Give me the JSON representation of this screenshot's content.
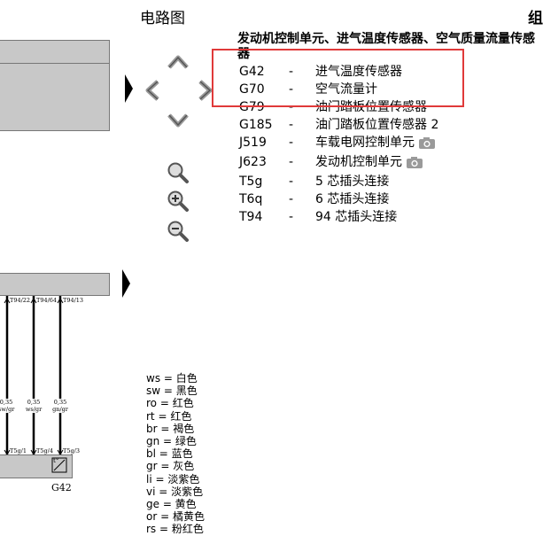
{
  "header": {
    "title": "电路图",
    "title_tail": "组"
  },
  "component_list": {
    "title": "发动机控制单元、进气温度传感器、空气质量流量传感器",
    "items": [
      {
        "code": "G42",
        "dash": "-",
        "desc": "进气温度传感器",
        "camera": false
      },
      {
        "code": "G70",
        "dash": "-",
        "desc": "空气流量计",
        "camera": false
      },
      {
        "code": "G79",
        "dash": "-",
        "desc": "油门踏板位置传感器",
        "camera": false
      },
      {
        "code": "G185",
        "dash": "-",
        "desc": "油门踏板位置传感器 2",
        "camera": false
      },
      {
        "code": "J519",
        "dash": "-",
        "desc": "车载电网控制单元",
        "camera": true
      },
      {
        "code": "J623",
        "dash": "-",
        "desc": "发动机控制单元",
        "camera": true
      },
      {
        "code": "T5g",
        "dash": "-",
        "desc": "5 芯插头连接",
        "camera": false
      },
      {
        "code": "T6q",
        "dash": "-",
        "desc": "6 芯插头连接",
        "camera": false
      },
      {
        "code": "T94",
        "dash": "-",
        "desc": "94 芯插头连接",
        "camera": false
      }
    ]
  },
  "navigation": {
    "buttons": [
      "up-arrow-icon",
      "left-arrow-icon",
      "right-arrow-icon",
      "down-arrow-icon"
    ],
    "zoom": [
      "zoom-fit-icon",
      "zoom-in-icon",
      "zoom-out-icon"
    ]
  },
  "diagram": {
    "connectors_top": [
      "T94/22",
      "T94/64",
      "T94/13"
    ],
    "wire_values": [
      {
        "size": "0,35",
        "color": "sw/gr"
      },
      {
        "size": "0,35",
        "color": "ws/gr"
      },
      {
        "size": "0,35",
        "color": "gn/gr"
      }
    ],
    "connectors_bottom": [
      "T5g/1",
      "T5g/4",
      "T5g/3"
    ],
    "sensor_label": "G42",
    "sensor_mark": "t°"
  },
  "legend": [
    "ws = 白色",
    "sw = 黑色",
    "ro = 红色",
    "rt = 红色",
    "br = 褐色",
    "gn = 绿色",
    "bl = 蓝色",
    "gr = 灰色",
    "li = 淡紫色",
    "vi = 淡紫色",
    "ge = 黄色",
    "or = 橘黄色",
    "rs = 粉红色"
  ],
  "colors": {
    "highlight": "#e03a3a",
    "diagram_fill": "#c8c8c8",
    "icon_gray": "#9a9a9a"
  }
}
